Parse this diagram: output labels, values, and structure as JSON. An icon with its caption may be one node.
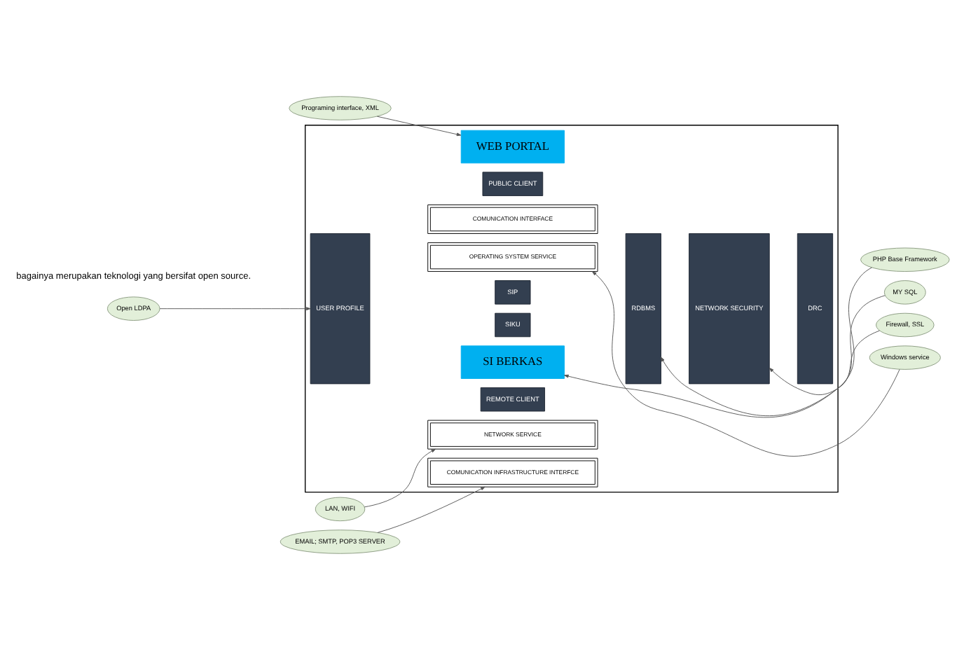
{
  "diagram": {
    "nodes": [
      {
        "text": [],
        "shape": "box"
      },
      {
        "text": [
          "USER PROFILE"
        ],
        "in": 0
      },
      {
        "text": [
          "REMOTE CLIENT"
        ],
        "in": 0
      },
      {
        "text": [
          "PUBLIC CLIENT"
        ],
        "in": 0
      },
      {
        "text": [
          "WEB PORTAL"
        ],
        "in": 0
      },
      {
        "text": [
          "SI BERKAS"
        ],
        "in": 0
      },
      {
        "text": [
          "SIKU"
        ],
        "in": 0
      },
      {
        "text": [
          "SIP"
        ],
        "in": 0
      },
      {
        "text": [
          "RDBMS"
        ],
        "in": 0
      },
      {
        "text": [
          "NETWORK SECURITY"
        ],
        "in": 0
      },
      {
        "text": [
          "DRC"
        ],
        "in": 0
      },
      {
        "text": [
          "OPERATING SYSTEM SERVICE"
        ],
        "in": 0
      },
      {
        "text": [
          "NETWORK SERVICE"
        ],
        "in": 0
      },
      {
        "text": [
          "COMUNICATION INFRASTRUCTURE INTERFCE"
        ],
        "in": 0
      },
      {
        "text": [
          "COMUNICATION INTERFACE"
        ],
        "in": 0
      },
      {
        "text": [
          "Programing interface, XML"
        ]
      },
      {
        "text": [
          "Open LDPA"
        ]
      },
      {
        "text": [
          "LAN, WIFI"
        ]
      },
      {
        "text": [
          "EMAIL; SMTP, POP3 SERVER"
        ]
      },
      {
        "text": [
          "PHP Base Framework"
        ]
      },
      {
        "text": [
          "MY SQL"
        ]
      },
      {
        "text": [
          "Firewall, SSL"
        ]
      },
      {
        "text": [
          "Windows service"
        ]
      }
    ],
    "edges": [
      {
        "from": 15,
        "to": 4,
        "arrow": "to"
      },
      {
        "from": 16,
        "to": 1,
        "arrow": "to"
      },
      {
        "from": 17,
        "to": 12,
        "arrow": "to"
      },
      {
        "from": 18,
        "to": 13,
        "arrow": "to"
      },
      {
        "from": 19,
        "to": 5,
        "arrow": "to"
      },
      {
        "from": 20,
        "to": 8,
        "arrow": "to"
      },
      {
        "from": 21,
        "to": 9,
        "arrow": "to"
      },
      {
        "from": 22,
        "to": 11,
        "arrow": "to"
      }
    ],
    "labels": [
      "bagainya merupakan teknologi yang bersifat open source."
    ]
  }
}
